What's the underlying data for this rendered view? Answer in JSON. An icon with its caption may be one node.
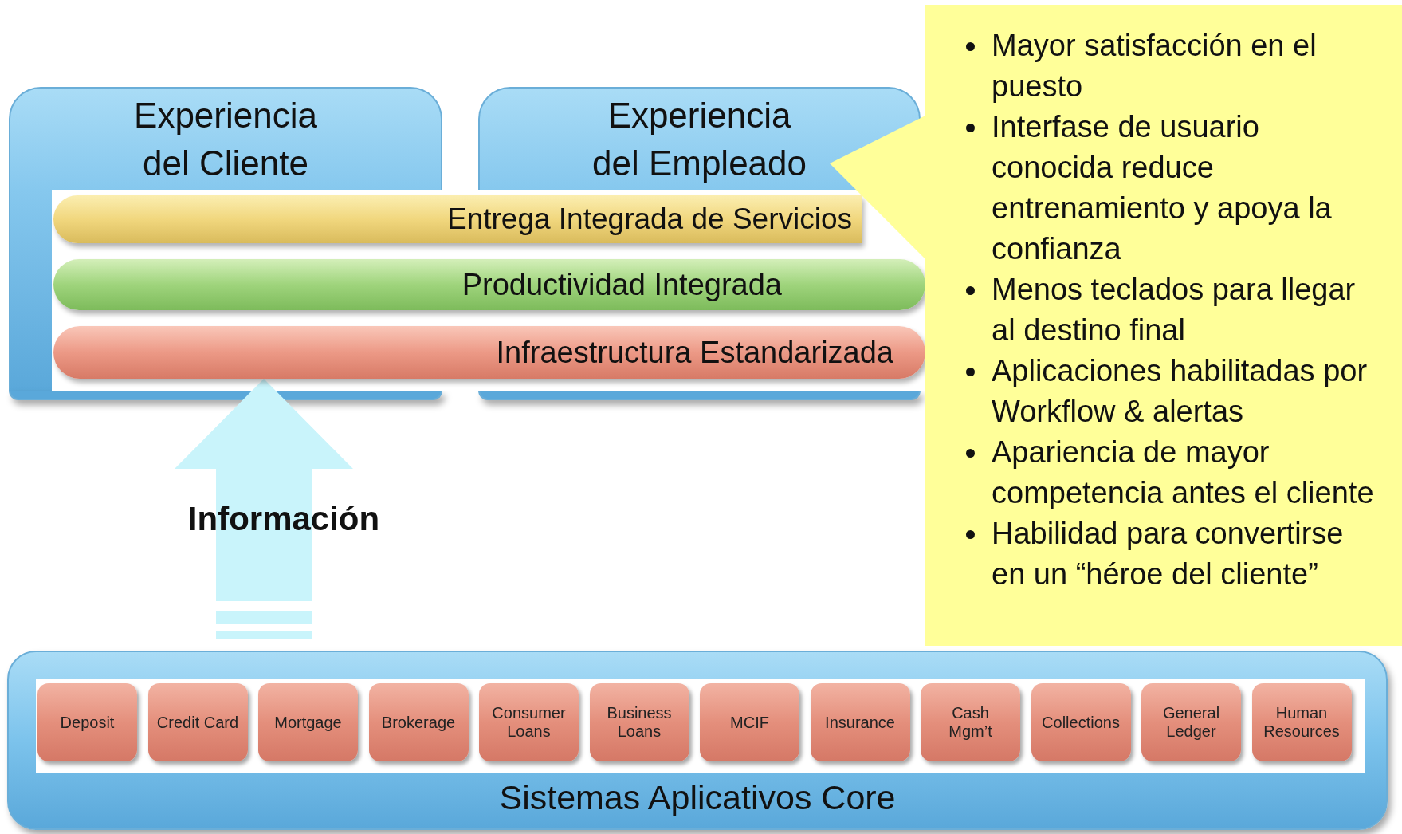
{
  "diagram": {
    "nodes": [
      {
        "text": [
          "Experiencia del Cliente"
        ]
      },
      {
        "text": [
          "Experiencia del Empleado"
        ]
      },
      {
        "text": [
          "Entrega Integrada de Servicios"
        ]
      },
      {
        "text": [
          "Productividad Integrada"
        ]
      },
      {
        "text": [
          "Infraestructura Estandarizada"
        ]
      },
      {
        "text": [
          "Mayor satisfacción en el puesto",
          "Interfase de usuario conocida reduce entrenamiento y apoya la confianza",
          "Menos teclados para llegar al destino final",
          "Aplicaciones habilitadas por Workflow & alertas",
          "Apariencia de mayor competencia antes el cliente",
          "Habilidad para convertirse en un “héroe del cliente”"
        ]
      },
      {
        "text": [
          "Sistemas Aplicativos Core"
        ]
      },
      {
        "text": [
          "Deposit"
        ],
        "in": 6
      },
      {
        "text": [
          "Credit Card"
        ],
        "in": 6
      },
      {
        "text": [
          "Mortgage"
        ],
        "in": 6
      },
      {
        "text": [
          "Brokerage"
        ],
        "in": 6
      },
      {
        "text": [
          "Consumer Loans"
        ],
        "in": 6
      },
      {
        "text": [
          "Business Loans"
        ],
        "in": 6
      },
      {
        "text": [
          "MCIF"
        ],
        "in": 6
      },
      {
        "text": [
          "Insurance"
        ],
        "in": 6
      },
      {
        "text": [
          "Cash Mgm’t"
        ],
        "in": 6
      },
      {
        "text": [
          "Collections"
        ],
        "in": 6
      },
      {
        "text": [
          "General Ledger"
        ],
        "in": 6
      },
      {
        "text": [
          "Human Resources"
        ],
        "in": 6
      }
    ],
    "edges": [
      {
        "from": 6,
        "to": 4,
        "arrow": "to",
        "label": "Información",
        "style": "thick"
      }
    ]
  }
}
